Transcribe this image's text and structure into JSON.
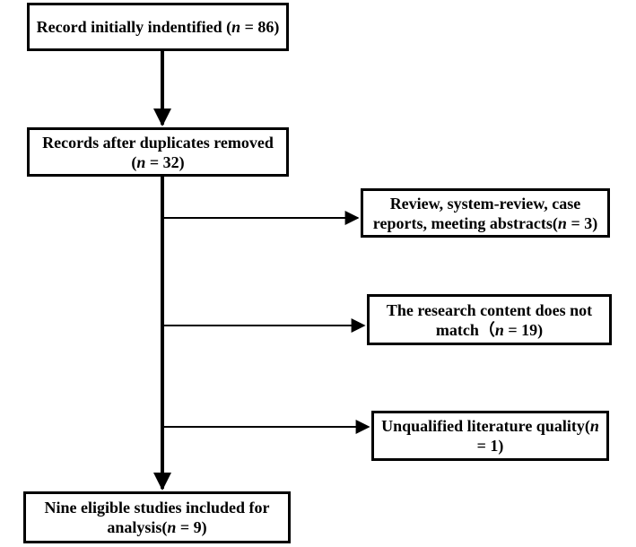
{
  "colors": {
    "line": "#000000",
    "box_border": "#000000",
    "background": "#ffffff"
  },
  "boxes": {
    "start": {
      "text": "Record initially indentified (",
      "n_label": "n",
      "n_value": " = 86)"
    },
    "dedup": {
      "text": "Records after duplicates removed (",
      "n_label": "n",
      "n_value": " = 32)"
    },
    "exclusion_1": {
      "text": "Review, system-review, case reports, meeting abstracts(",
      "n_label": "n",
      "n_value": " = 3)"
    },
    "exclusion_2": {
      "text": "The research content does not match（",
      "n_label": "n",
      "n_value": " = 19)"
    },
    "exclusion_3": {
      "text": "Unqualified literature quality(",
      "n_label": "n",
      "n_value": " = 1)"
    },
    "final": {
      "text": "Nine eligible studies included for analysis(",
      "n_label": "n",
      "n_value": " = 9)"
    }
  }
}
